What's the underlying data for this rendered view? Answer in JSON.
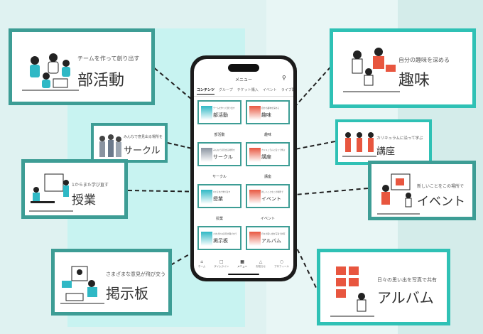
{
  "phone": {
    "title": "メニュー",
    "tabs": [
      "コンテンツ",
      "グループ",
      "チケット購入",
      "イベント",
      "ライブ配"
    ],
    "active_tab": 0,
    "tiles": [
      {
        "caption": "チームを作って創り出す",
        "title": "部活動",
        "label": "部活動"
      },
      {
        "caption": "自分の趣味を深める",
        "title": "趣味",
        "label": "趣味"
      },
      {
        "caption": "みんなで意見出る場所を",
        "title": "サークル",
        "label": "サークル"
      },
      {
        "caption": "カリキュラムに沿って学ぶ",
        "title": "講座",
        "label": "講座"
      },
      {
        "caption": "1からまた学び直す",
        "title": "授業",
        "label": "授業"
      },
      {
        "caption": "新しいことをこの場所で",
        "title": "イベント",
        "label": "イベント"
      },
      {
        "caption": "さまざまな意見が飛び交う",
        "title": "掲示板",
        "label": ""
      },
      {
        "caption": "日々の思い出を写真で共有",
        "title": "アルバム",
        "label": ""
      }
    ],
    "nav": [
      "ホーム",
      "タイムライン",
      "メニュー",
      "お知らせ",
      "プロフィール"
    ]
  },
  "cards": {
    "bukatsu": {
      "caption": "チームを作って創り出す",
      "title": "部活動"
    },
    "shumi": {
      "caption": "自分の趣味を深める",
      "title": "趣味"
    },
    "circle": {
      "caption": "みんなで意見出る場所を",
      "title": "サークル"
    },
    "koza": {
      "caption": "カリキュラムに沿って学ぶ",
      "title": "講座"
    },
    "jugyo": {
      "caption": "1からまた学び直す",
      "title": "授業"
    },
    "event": {
      "caption": "新しいことをこの場所で",
      "title": "イベント"
    },
    "keijiban": {
      "caption": "さまざまな意見が飛び交う",
      "title": "掲示板"
    },
    "album": {
      "caption": "日々の思い出を写真で共有",
      "title": "アルバム"
    }
  },
  "colors": {
    "border_dark": "#3d9d95",
    "border_teal": "#2fc1b5",
    "accent_red": "#e8563f",
    "bg": "#d6efee"
  }
}
